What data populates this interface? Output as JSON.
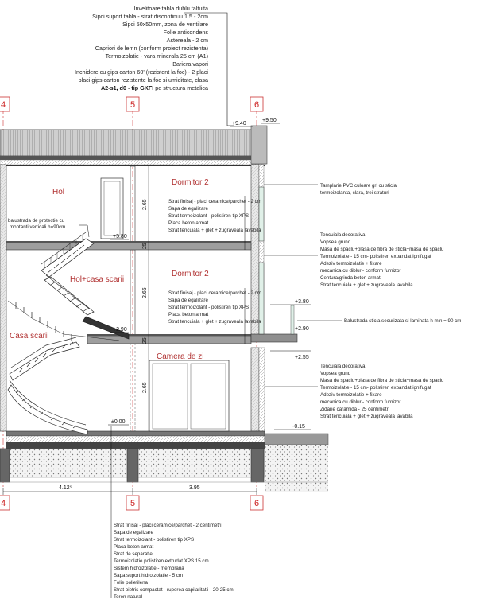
{
  "roof_notes": [
    "Invelitoare tabla dublu faltuita",
    "Sipci suport tabla - strat discontinuu 1.5 - 2cm",
    "Sipci 50x50mm, zona de ventilare",
    "Folie anticondens",
    "Astereala - 2 cm",
    "Capriori de lemn (conform proiect rezistenta)",
    "Termoizolatie - vara minerala 25 cm (A1)",
    "Bariera vapori",
    "Inchidere cu gips carton 60' (rezistent la foc) - 2 placi",
    "placi gips carton rezistente la foc si umiditate, clasa"
  ],
  "roof_note_last_bold": "A2-s1, d0 - tip GKFI",
  "roof_note_last_rest": " pe structura metalica",
  "axes": [
    "4",
    "5",
    "6"
  ],
  "levels": {
    "ridge_a": "+9.40",
    "ridge_b": "+9.50",
    "attic": "+5.80",
    "window_top": "+3.80",
    "first_floor_a": "+2.90",
    "first_floor_b": "+2.90",
    "balcony": "+2.55",
    "ground": "±0.00",
    "exterior": "-0.15"
  },
  "rooms": {
    "hol": "Hol",
    "dormitor_upper": "Dormitor 2",
    "dormitor_mid": "Dormitor 2",
    "hol_casa_scarii": "Hol+casa scarii",
    "casa_scarii": "Casa scarii",
    "camera_de_zi": "Camera de zi"
  },
  "railing_note": [
    "balustrada de protectie cu",
    "montanti verticali h=90cm"
  ],
  "floor_upper_notes": [
    "Strat finisaj - placi ceramice/parchet - 2 cm",
    "Sapa de egalizare",
    "Strat termoizolant - polistiren tip XPS",
    "Placa beton armat",
    "Strat tencuiala + glet + zugraveala lavabila"
  ],
  "floor_mid_notes": [
    "Strat finisaj - placi ceramice/parchet - 2 cm",
    "Sapa de egalizare",
    "Strat termoizolant - polistiren tip XPS",
    "Placa beton armat",
    "Strat tencuiala + glet + zugraveala lavabila"
  ],
  "heights": {
    "h1": "2.65",
    "h2": "2.65",
    "h3": "2.65",
    "slab1": "25",
    "slab2": "25"
  },
  "window_note": [
    "Tamplarie PVC culoare gri cu sticla",
    "termoizolanta, clara, trei straturi"
  ],
  "wall_upper_notes": [
    "Tencuiala decorativa",
    "Vopsea grund",
    "Masa de spaclu+plasa de fibra de sticla+masa de spaclu",
    "Termoizolatie - 15 cm- polistiren expandat ignifugat",
    "Adeziv termoizolatie + fixare",
    "mecanica cu dibluri- conform furnizor",
    "Centura/grinda beton armat",
    "Strat tencuiala + glet + zugraveala lavabila"
  ],
  "balustrade_note": "Balustrada sticla securizata si laminata h min = 90 cm",
  "wall_lower_notes": [
    "Tencuiala decorativa",
    "Vopsea grund",
    "Masa de spaclu+plasa de fibra de sticla+masa de spaclu",
    "Termoizolatie - 15 cm- polistiren expandat ignifugat",
    "Adeziv termoizolatie + fixare",
    "mecanica cu dibluri- conform furnizor",
    "Zidarie caramida - 25 centimetri",
    "Strat tencuiala + glet + zugraveala lavabila"
  ],
  "spans": {
    "left": "4.12⁵",
    "right": "3.95"
  },
  "ground_floor_notes": [
    "Strat finisaj - placi ceramice/parchet - 2 centimetri",
    "Sapa de egalizare",
    "Strat termoizolant - polistiren tip XPS",
    "Placa beton armat",
    "Strat de separatie",
    "Termoizolatie polistiren extrudat XPS  15 cm",
    "Sistem hidroizolatie - membrana",
    "Sapa suport hidroizolatie - 5 cm",
    "Folie polietilena",
    "Strat pietris compactat - ruperea capilaritatii - 20-25 cm",
    "Teren natural"
  ]
}
